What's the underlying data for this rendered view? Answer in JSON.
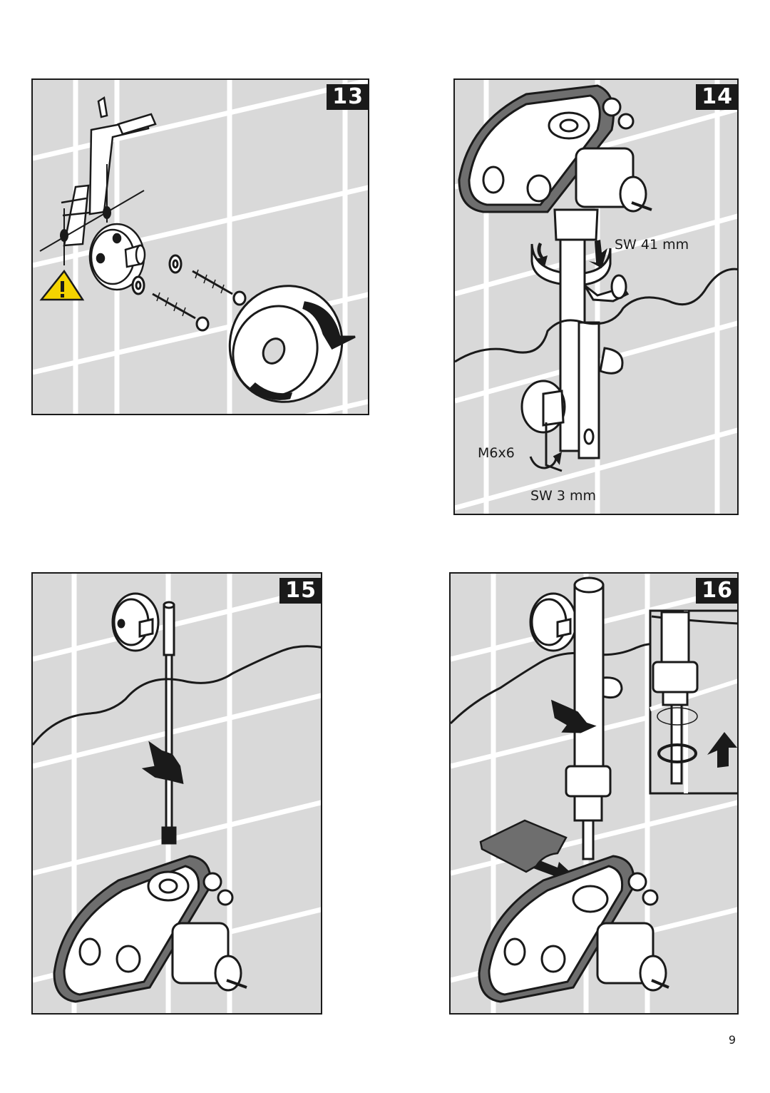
{
  "steps": [
    {
      "number": "13"
    },
    {
      "number": "14",
      "labels": {
        "wrench_size": "SW 41 mm",
        "screw": "M6x6",
        "hex_key": "SW 3 mm"
      }
    },
    {
      "number": "15"
    },
    {
      "number": "16"
    }
  ],
  "page_number": "9",
  "icons": {
    "step13": [
      "caulking-gun-icon",
      "warning-triangle-icon",
      "wall-bracket-icon",
      "screw-icon",
      "washer-icon",
      "sealing-tape-icon"
    ],
    "step14": [
      "valve-body-icon",
      "wrench-icon",
      "rotate-arrow-icon",
      "shower-rail-icon",
      "hex-key-icon"
    ],
    "step15": [
      "pipe-icon",
      "arrow-down-icon",
      "valve-body-icon"
    ],
    "step16": [
      "pipe-icon",
      "nut-icon",
      "o-ring-icon",
      "shim-plate-icon",
      "arrow-down-icon",
      "arrow-up-icon"
    ]
  },
  "colors": {
    "tile": "#d9d9d9",
    "grout": "#ffffff",
    "ink": "#1a1a1a",
    "warning": "#f5d400"
  }
}
